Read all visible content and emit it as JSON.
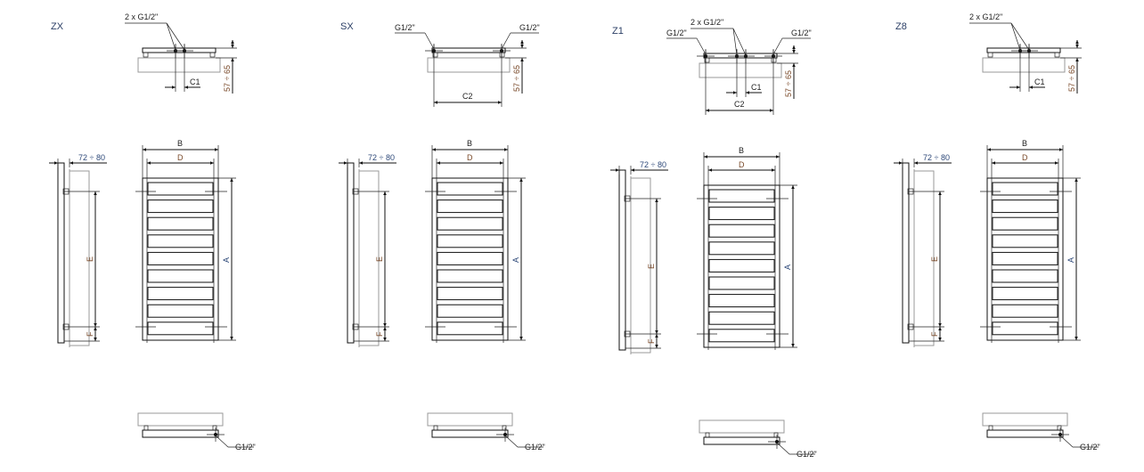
{
  "panels": [
    {
      "title": "ZX",
      "type": "central"
    },
    {
      "title": "SX",
      "type": "side"
    },
    {
      "title": "Z1",
      "type": "both"
    },
    {
      "title": "Z8",
      "type": "central"
    }
  ],
  "labels": {
    "two_connections": "2 x G1/2\"",
    "connection": "G1/2\"",
    "c1": "C1",
    "c2": "C2",
    "wall_distance_top": "57 ÷ 65",
    "wall_distance_side": "72 ÷ 80",
    "b": "B",
    "d": "D",
    "a": "A",
    "e": "E",
    "f": "F"
  },
  "bar_count": 9
}
